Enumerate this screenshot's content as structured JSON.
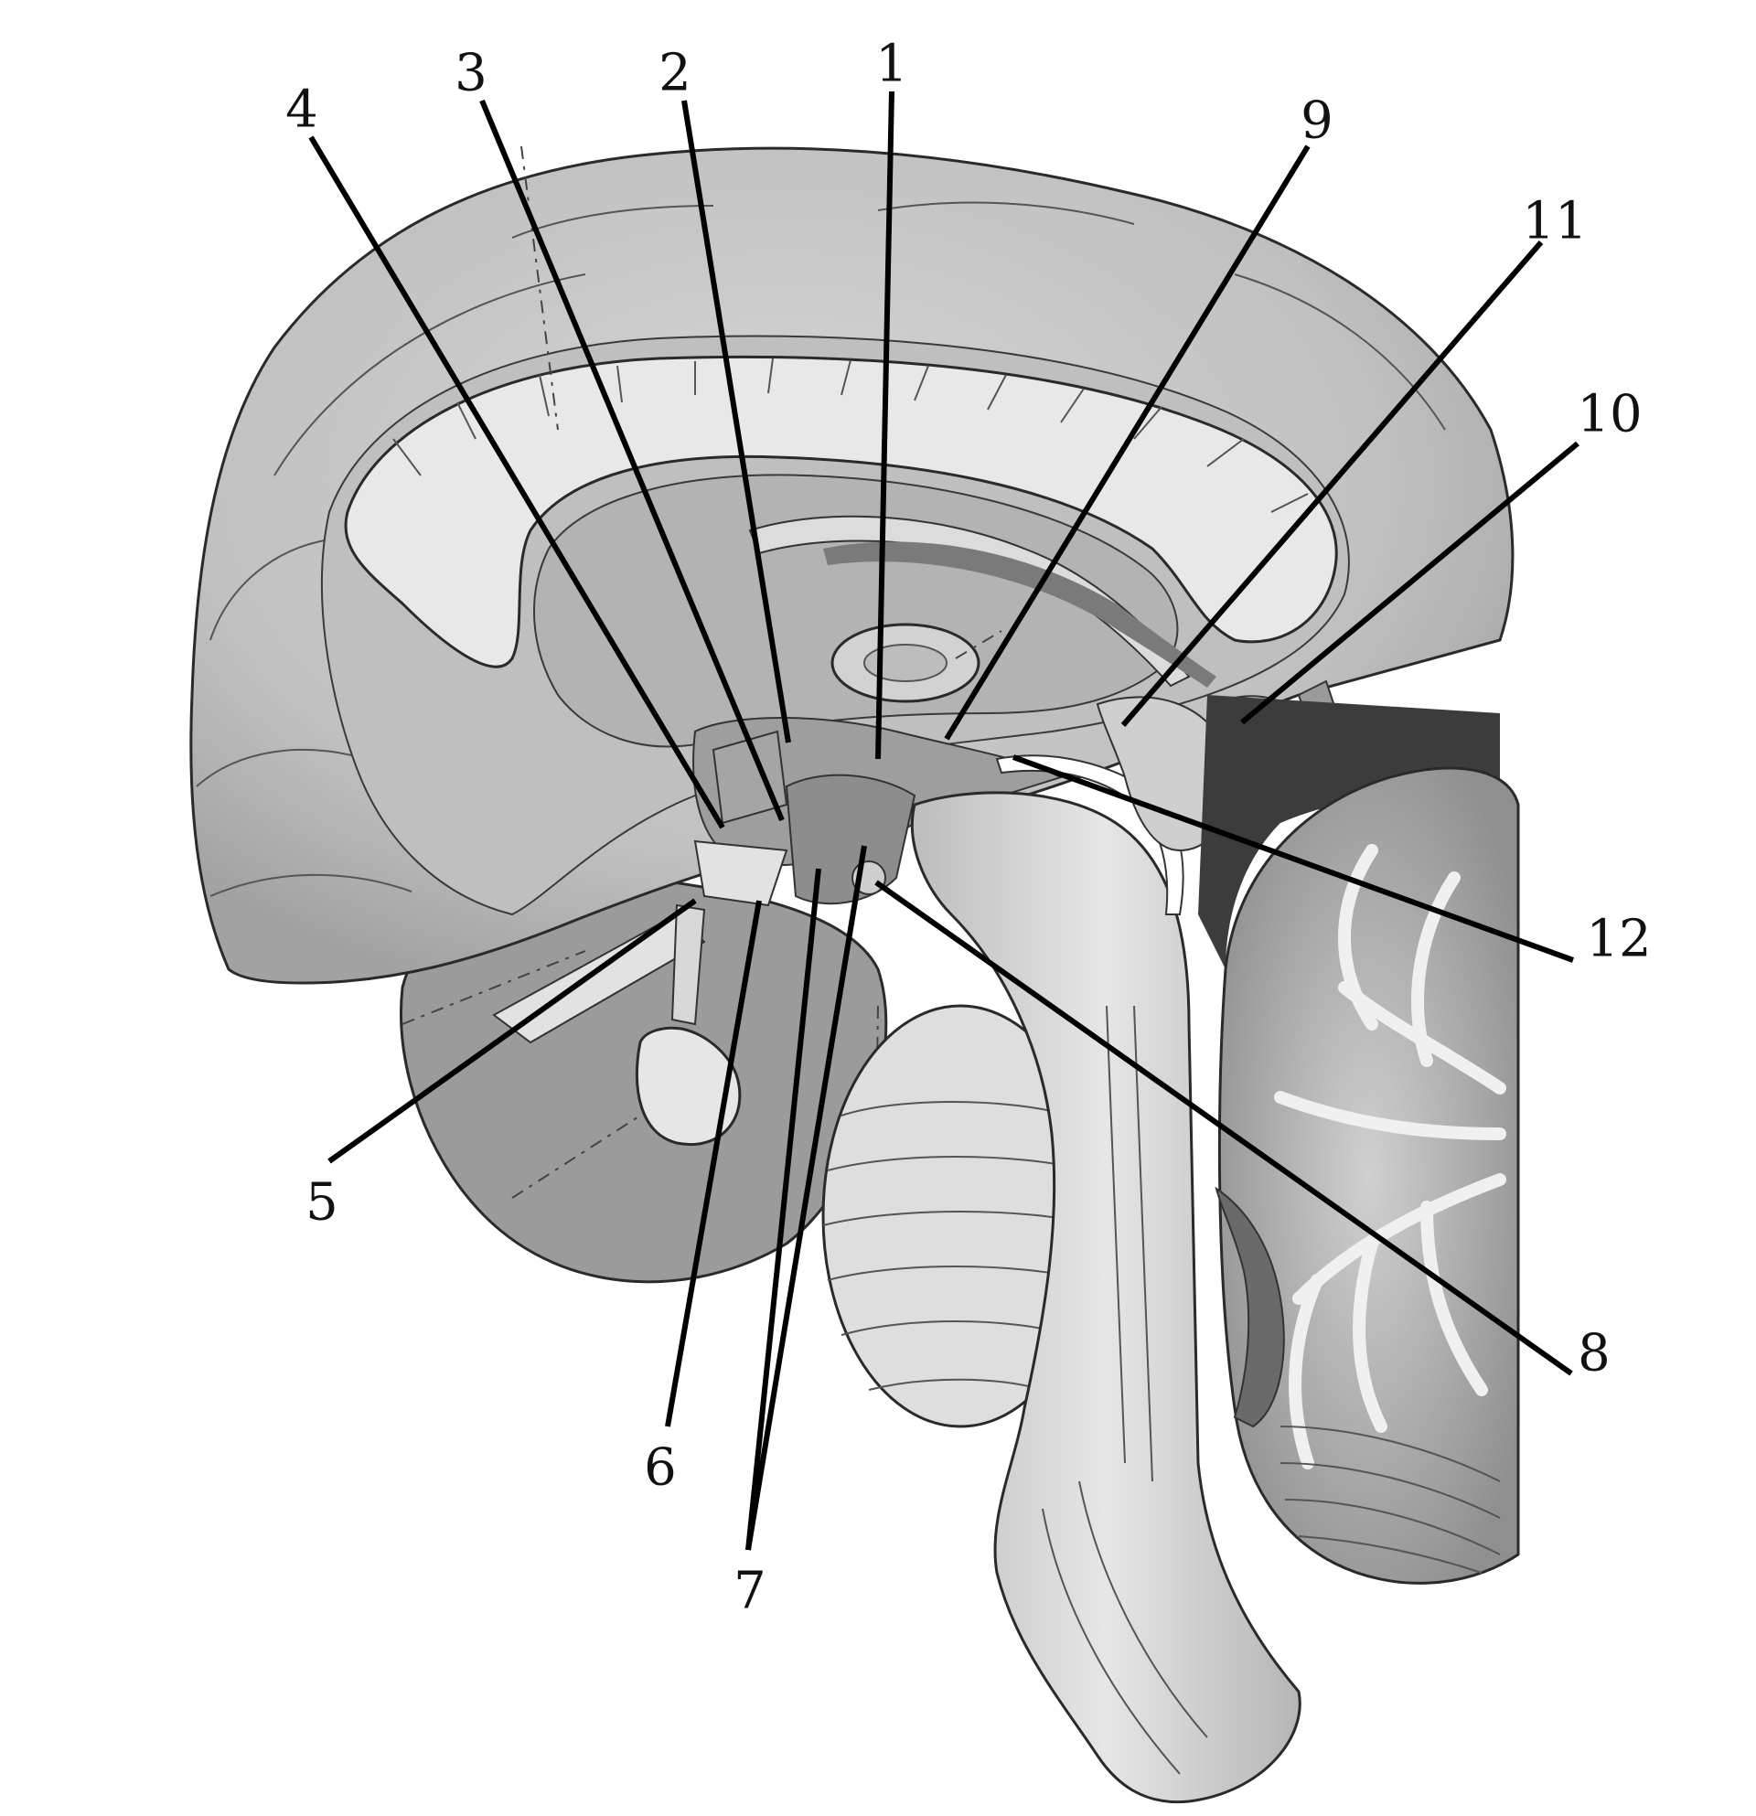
{
  "labels": [
    {
      "id": "1",
      "text": "1"
    },
    {
      "id": "2",
      "text": "2"
    },
    {
      "id": "3",
      "text": "3"
    },
    {
      "id": "4",
      "text": "4"
    },
    {
      "id": "5",
      "text": "5"
    },
    {
      "id": "6",
      "text": "6"
    },
    {
      "id": "7",
      "text": "7"
    },
    {
      "id": "8",
      "text": "8"
    },
    {
      "id": "9",
      "text": "9"
    },
    {
      "id": "10",
      "text": "10"
    },
    {
      "id": "11",
      "text": "11"
    },
    {
      "id": "12",
      "text": "12"
    }
  ],
  "colors": {
    "background": "#ffffff",
    "cortex": "#c4c4c4",
    "white_matter": "#e4e4e4",
    "deep_gray": "#a8a8a8",
    "shadow": "#6e6e6e",
    "leader_lines": "#000000"
  }
}
